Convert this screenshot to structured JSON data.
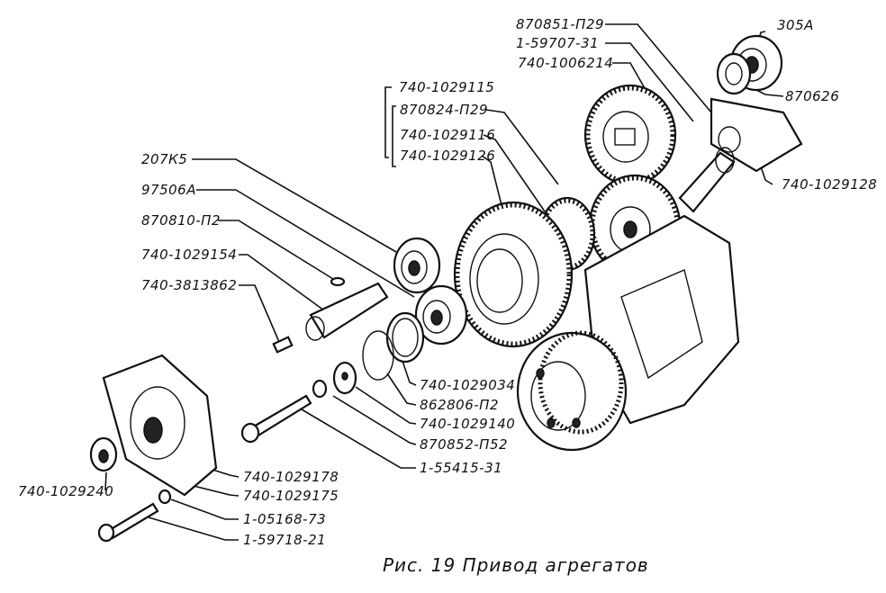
{
  "figure": {
    "caption": "Рис. 19 Привод агрегатов"
  },
  "labels": {
    "l_870851_P29": "870851-П29",
    "l_1_59707_31": "1-59707-31",
    "l_740_1006214": "740-1006214",
    "l_305A": "305A",
    "l_870626": "870626",
    "l_740_1029115": "740-1029115",
    "l_870824_P29": "870824-П29",
    "l_740_1029116": "740-1029116",
    "l_740_1029126": "740-1029126",
    "l_740_1029128": "740-1029128",
    "l_207K5": "207К5",
    "l_97506A": "97506А",
    "l_870810_P2": "870810-П2",
    "l_740_1029154": "740-1029154",
    "l_740_3813862": "740-3813862",
    "l_740_1029034": "740-1029034",
    "l_862806_P2": "862806-П2",
    "l_740_1029140": "740-1029140",
    "l_870852_P52": "870852-П52",
    "l_1_55415_31": "1-55415-31",
    "l_740_1029178": "740-1029178",
    "l_740_1029175": "740-1029175",
    "l_1_05168_73": "1-05168-73",
    "l_1_59718_21": "1-59718-21",
    "l_740_1029240": "740-1029240"
  }
}
